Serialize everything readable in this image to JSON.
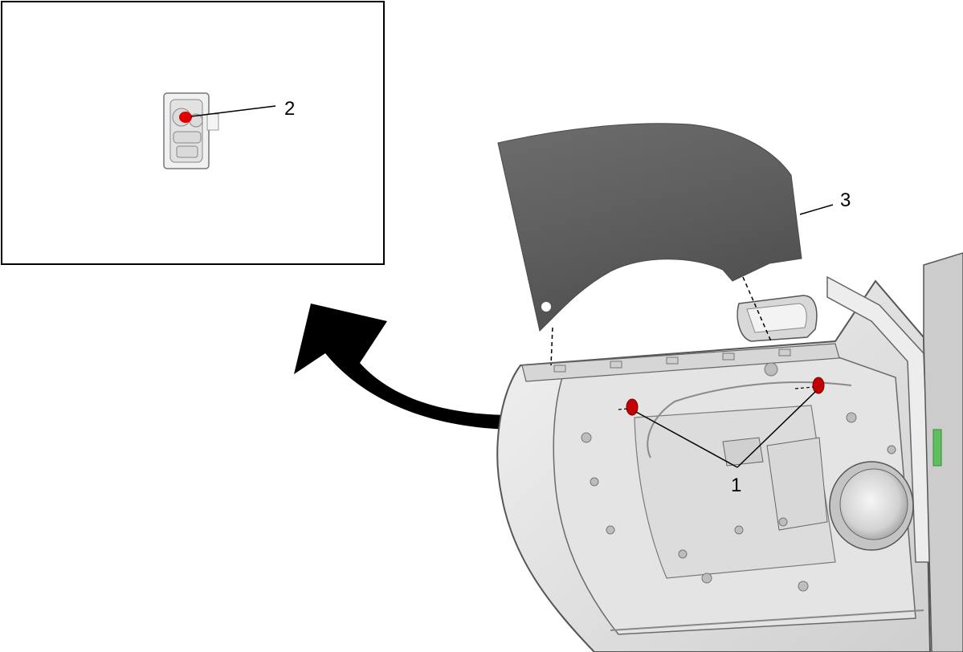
{
  "callouts": {
    "one": "1",
    "two": "2",
    "three": "3"
  },
  "colors": {
    "glass": "#5e5e5e",
    "door_panel": "#e3e3e3",
    "fastener_highlight": "#d40000",
    "arrow": "#000000",
    "inset_border": "#000000"
  }
}
